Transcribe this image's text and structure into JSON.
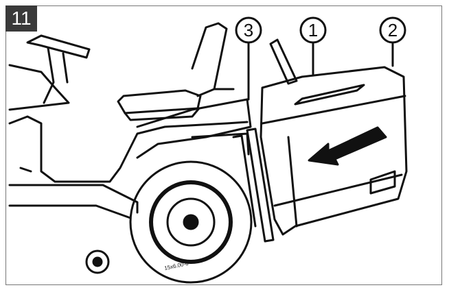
{
  "figure": {
    "number": "11",
    "callouts": [
      {
        "id": "1",
        "label": "1"
      },
      {
        "id": "2",
        "label": "2"
      },
      {
        "id": "3",
        "label": "3"
      }
    ],
    "tire_text": "15x6.00-6",
    "colors": {
      "line": "#111111",
      "background": "#ffffff",
      "badge": "#3a3a3a"
    }
  }
}
